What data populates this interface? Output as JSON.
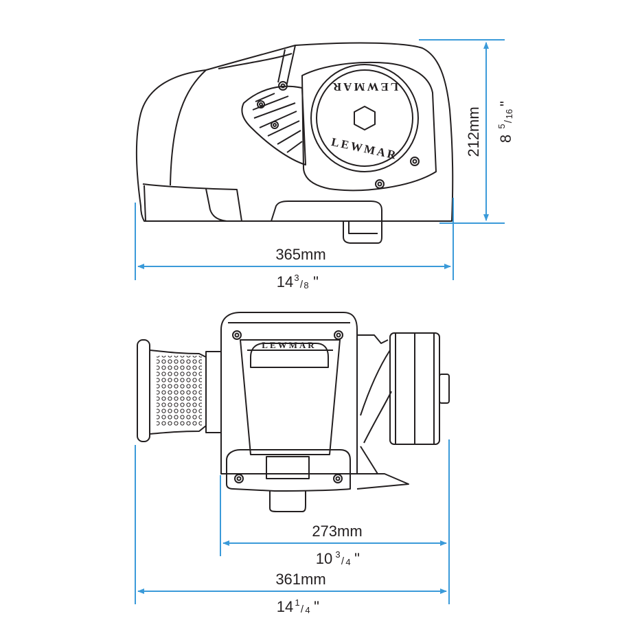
{
  "colors": {
    "dimension": "#3a9ad9",
    "outline": "#231f20",
    "background": "#ffffff"
  },
  "brand": "LEWMAR",
  "icons": [
    "windlass-side-view",
    "windlass-top-view",
    "hex-bolt-icon"
  ],
  "dimensions": {
    "height": {
      "metric": "212mm",
      "imperial_whole": "8",
      "imperial_num": "5",
      "imperial_den": "16",
      "inch_mark": "\""
    },
    "side_length": {
      "metric": "365mm",
      "imperial_whole": "14",
      "imperial_num": "3",
      "imperial_den": "8",
      "inch_mark": "\""
    },
    "base_length": {
      "metric": "273mm",
      "imperial_whole": "10",
      "imperial_num": "3",
      "imperial_den": "4",
      "inch_mark": "\""
    },
    "overall_length": {
      "metric": "361mm",
      "imperial_whole": "14",
      "imperial_num": "1",
      "imperial_den": "4",
      "inch_mark": "\""
    }
  }
}
